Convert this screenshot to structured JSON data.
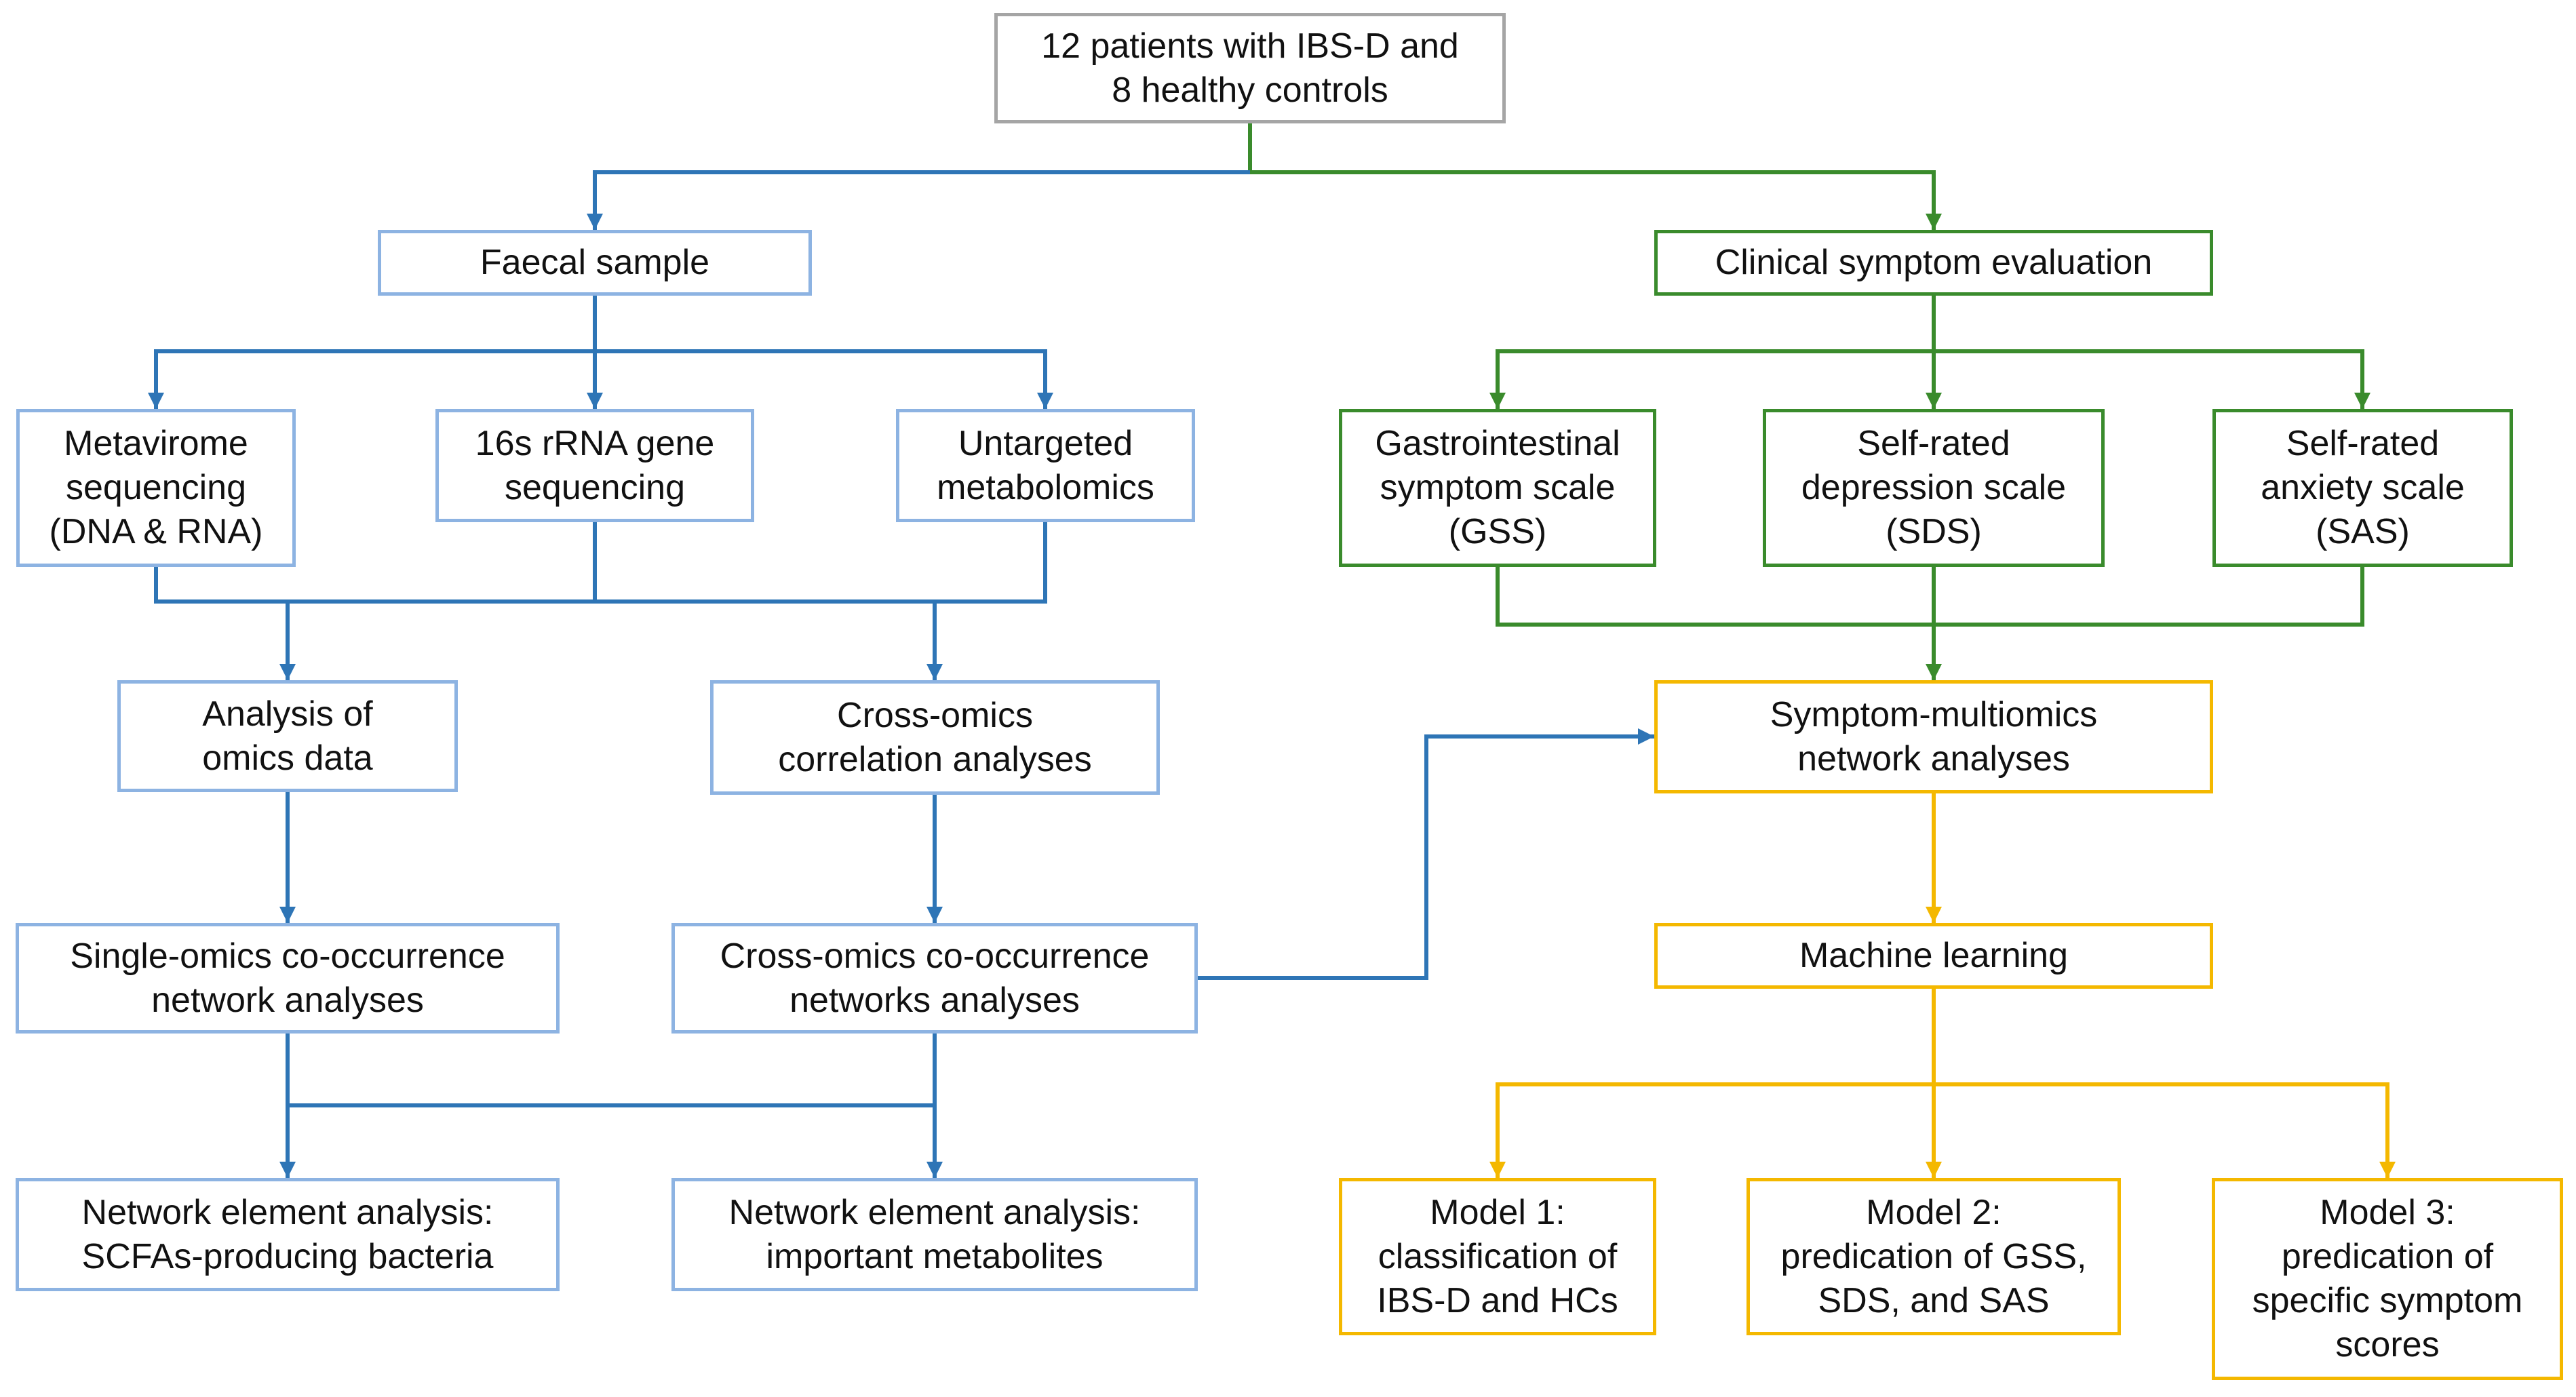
{
  "colors": {
    "blue_line": "#2e75b6",
    "blue_box": "#8db3e2",
    "green": "#3a8b2c",
    "yellow": "#f4b800",
    "gray": "#a5a5a5",
    "text": "#111111"
  },
  "nodes": {
    "cohort": {
      "lines": [
        "12 patients with IBS-D and",
        "8 healthy controls"
      ]
    },
    "faecal_sample": {
      "lines": [
        "Faecal sample"
      ]
    },
    "clinical_evaluation": {
      "lines": [
        "Clinical symptom evaluation"
      ]
    },
    "metavirome": {
      "lines": [
        "Metavirome",
        "sequencing",
        "(DNA & RNA)"
      ]
    },
    "rrna": {
      "lines": [
        "16s rRNA gene",
        "sequencing"
      ]
    },
    "metabolomics": {
      "lines": [
        "Untargeted",
        "metabolomics"
      ]
    },
    "gss": {
      "lines": [
        "Gastrointestinal",
        "symptom scale",
        "(GSS)"
      ]
    },
    "sds": {
      "lines": [
        "Self-rated",
        "depression scale",
        "(SDS)"
      ]
    },
    "sas": {
      "lines": [
        "Self-rated",
        "anxiety scale",
        "(SAS)"
      ]
    },
    "omics_analysis": {
      "lines": [
        "Analysis of",
        "omics data"
      ]
    },
    "cross_correlation": {
      "lines": [
        "Cross-omics",
        "correlation analyses"
      ]
    },
    "symptom_network": {
      "lines": [
        "Symptom-multiomics",
        "network analyses"
      ]
    },
    "single_network": {
      "lines": [
        "Single-omics co-occurrence",
        "network analyses"
      ]
    },
    "cross_network": {
      "lines": [
        "Cross-omics co-occurrence",
        "networks analyses"
      ]
    },
    "machine_learning": {
      "lines": [
        "Machine learning"
      ]
    },
    "scfa_bacteria": {
      "lines": [
        "Network element analysis:",
        "SCFAs-producing bacteria"
      ]
    },
    "metabolites": {
      "lines": [
        "Network element analysis:",
        "important metabolites"
      ]
    },
    "model1": {
      "lines": [
        "Model 1:",
        "classification of",
        "IBS-D and HCs"
      ]
    },
    "model2": {
      "lines": [
        "Model 2:",
        "predication of GSS,",
        "SDS, and SAS"
      ]
    },
    "model3": {
      "lines": [
        "Model 3:",
        "predication of",
        "specific symptom",
        "scores"
      ]
    }
  }
}
